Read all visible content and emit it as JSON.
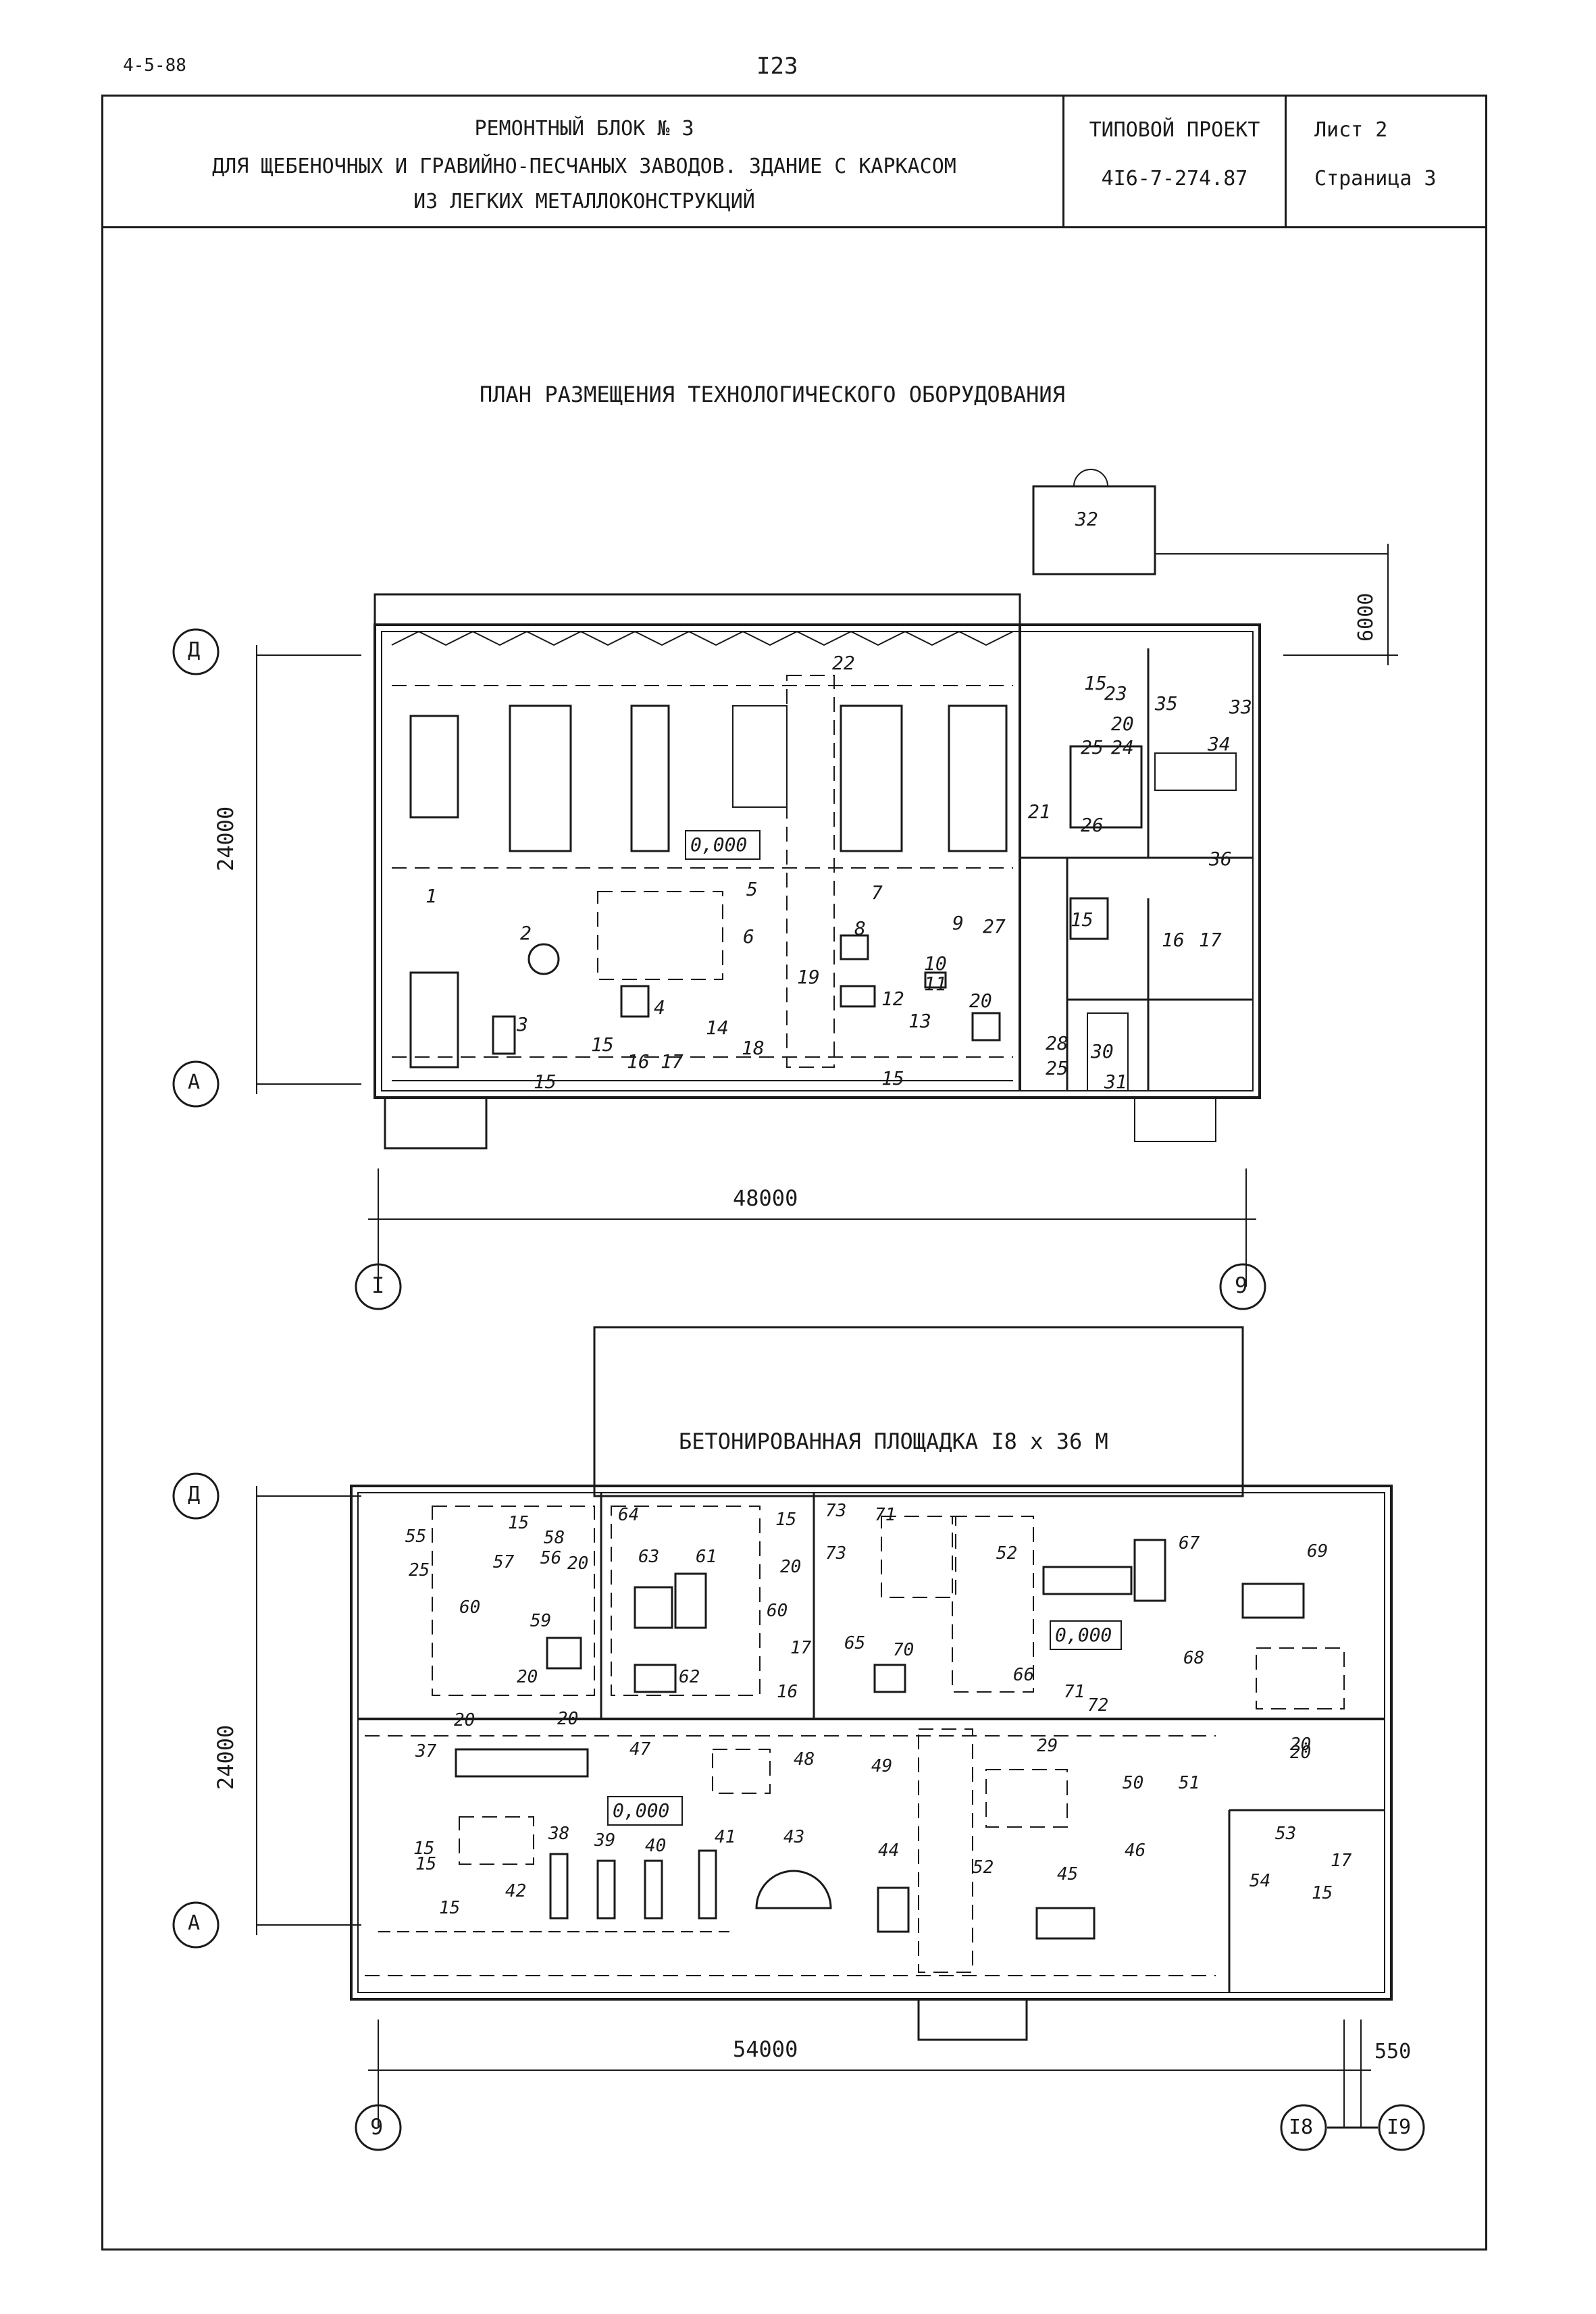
{
  "header": {
    "corner_code": "4-5-88",
    "page_number": "I23"
  },
  "title_block": {
    "title_lines": [
      "РЕМОНТНЫЙ БЛОК № 3",
      "ДЛЯ ЩЕБЕНОЧНЫХ И ГРАВИЙНО-ПЕСЧАНЫХ ЗАВОДОВ. ЗДАНИЕ С КАРКАСОМ",
      "ИЗ ЛЕГКИХ МЕТАЛЛОКОНСТРУКЦИЙ"
    ],
    "project_type": "ТИПОВОЙ ПРОЕКТ",
    "project_number": "4I6-7-274.87",
    "sheet": "Лист 2",
    "page": "Страница 3"
  },
  "drawing_title": "ПЛАН РАЗМЕЩЕНИЯ ТЕХНОЛОГИЧЕСКОГО ОБОРУДОВАНИЯ",
  "plan_top": {
    "axes": {
      "row_top": "Д",
      "row_bottom": "А",
      "col_left": "I",
      "col_right": "9"
    },
    "dimensions": {
      "height": "24000",
      "width": "48000",
      "annex": "6000"
    },
    "level_mark": "0,000",
    "labels": [
      "22",
      "32",
      "15",
      "23",
      "33",
      "35",
      "34",
      "20",
      "24",
      "25",
      "26",
      "36",
      "21",
      "1",
      "2",
      "3",
      "4",
      "5",
      "6",
      "7",
      "8",
      "9",
      "10",
      "11",
      "12",
      "13",
      "14",
      "15",
      "16",
      "17",
      "18",
      "19",
      "20",
      "27",
      "15",
      "16",
      "17",
      "28",
      "25",
      "30",
      "31",
      "15",
      "15"
    ]
  },
  "plan_bottom": {
    "axes": {
      "row_top": "Д",
      "row_bottom": "А",
      "col_left": "9",
      "col_right_a": "I8",
      "col_right_b": "I9"
    },
    "dimensions": {
      "height": "24000",
      "width": "54000",
      "offset": "550"
    },
    "pad_label": "БЕТОНИРОВАННАЯ ПЛОЩАДКА I8 х 36 М",
    "level_marks": [
      "0,000",
      "0,000"
    ],
    "labels": [
      "55",
      "15",
      "58",
      "25",
      "56",
      "57",
      "20",
      "60",
      "59",
      "20",
      "20",
      "20",
      "64",
      "15",
      "63",
      "61",
      "20",
      "60",
      "17",
      "65",
      "62",
      "16",
      "73",
      "71",
      "73",
      "52",
      "70",
      "67",
      "69",
      "68",
      "66",
      "71",
      "72",
      "20",
      "37",
      "47",
      "48",
      "49",
      "29",
      "50",
      "51",
      "20",
      "15",
      "38",
      "39",
      "40",
      "41",
      "43",
      "44",
      "52",
      "45",
      "46",
      "53",
      "54",
      "17",
      "15",
      "15",
      "42",
      "15"
    ]
  },
  "colors": {
    "ink": "#1a1a1a",
    "paper": "#ffffff"
  }
}
